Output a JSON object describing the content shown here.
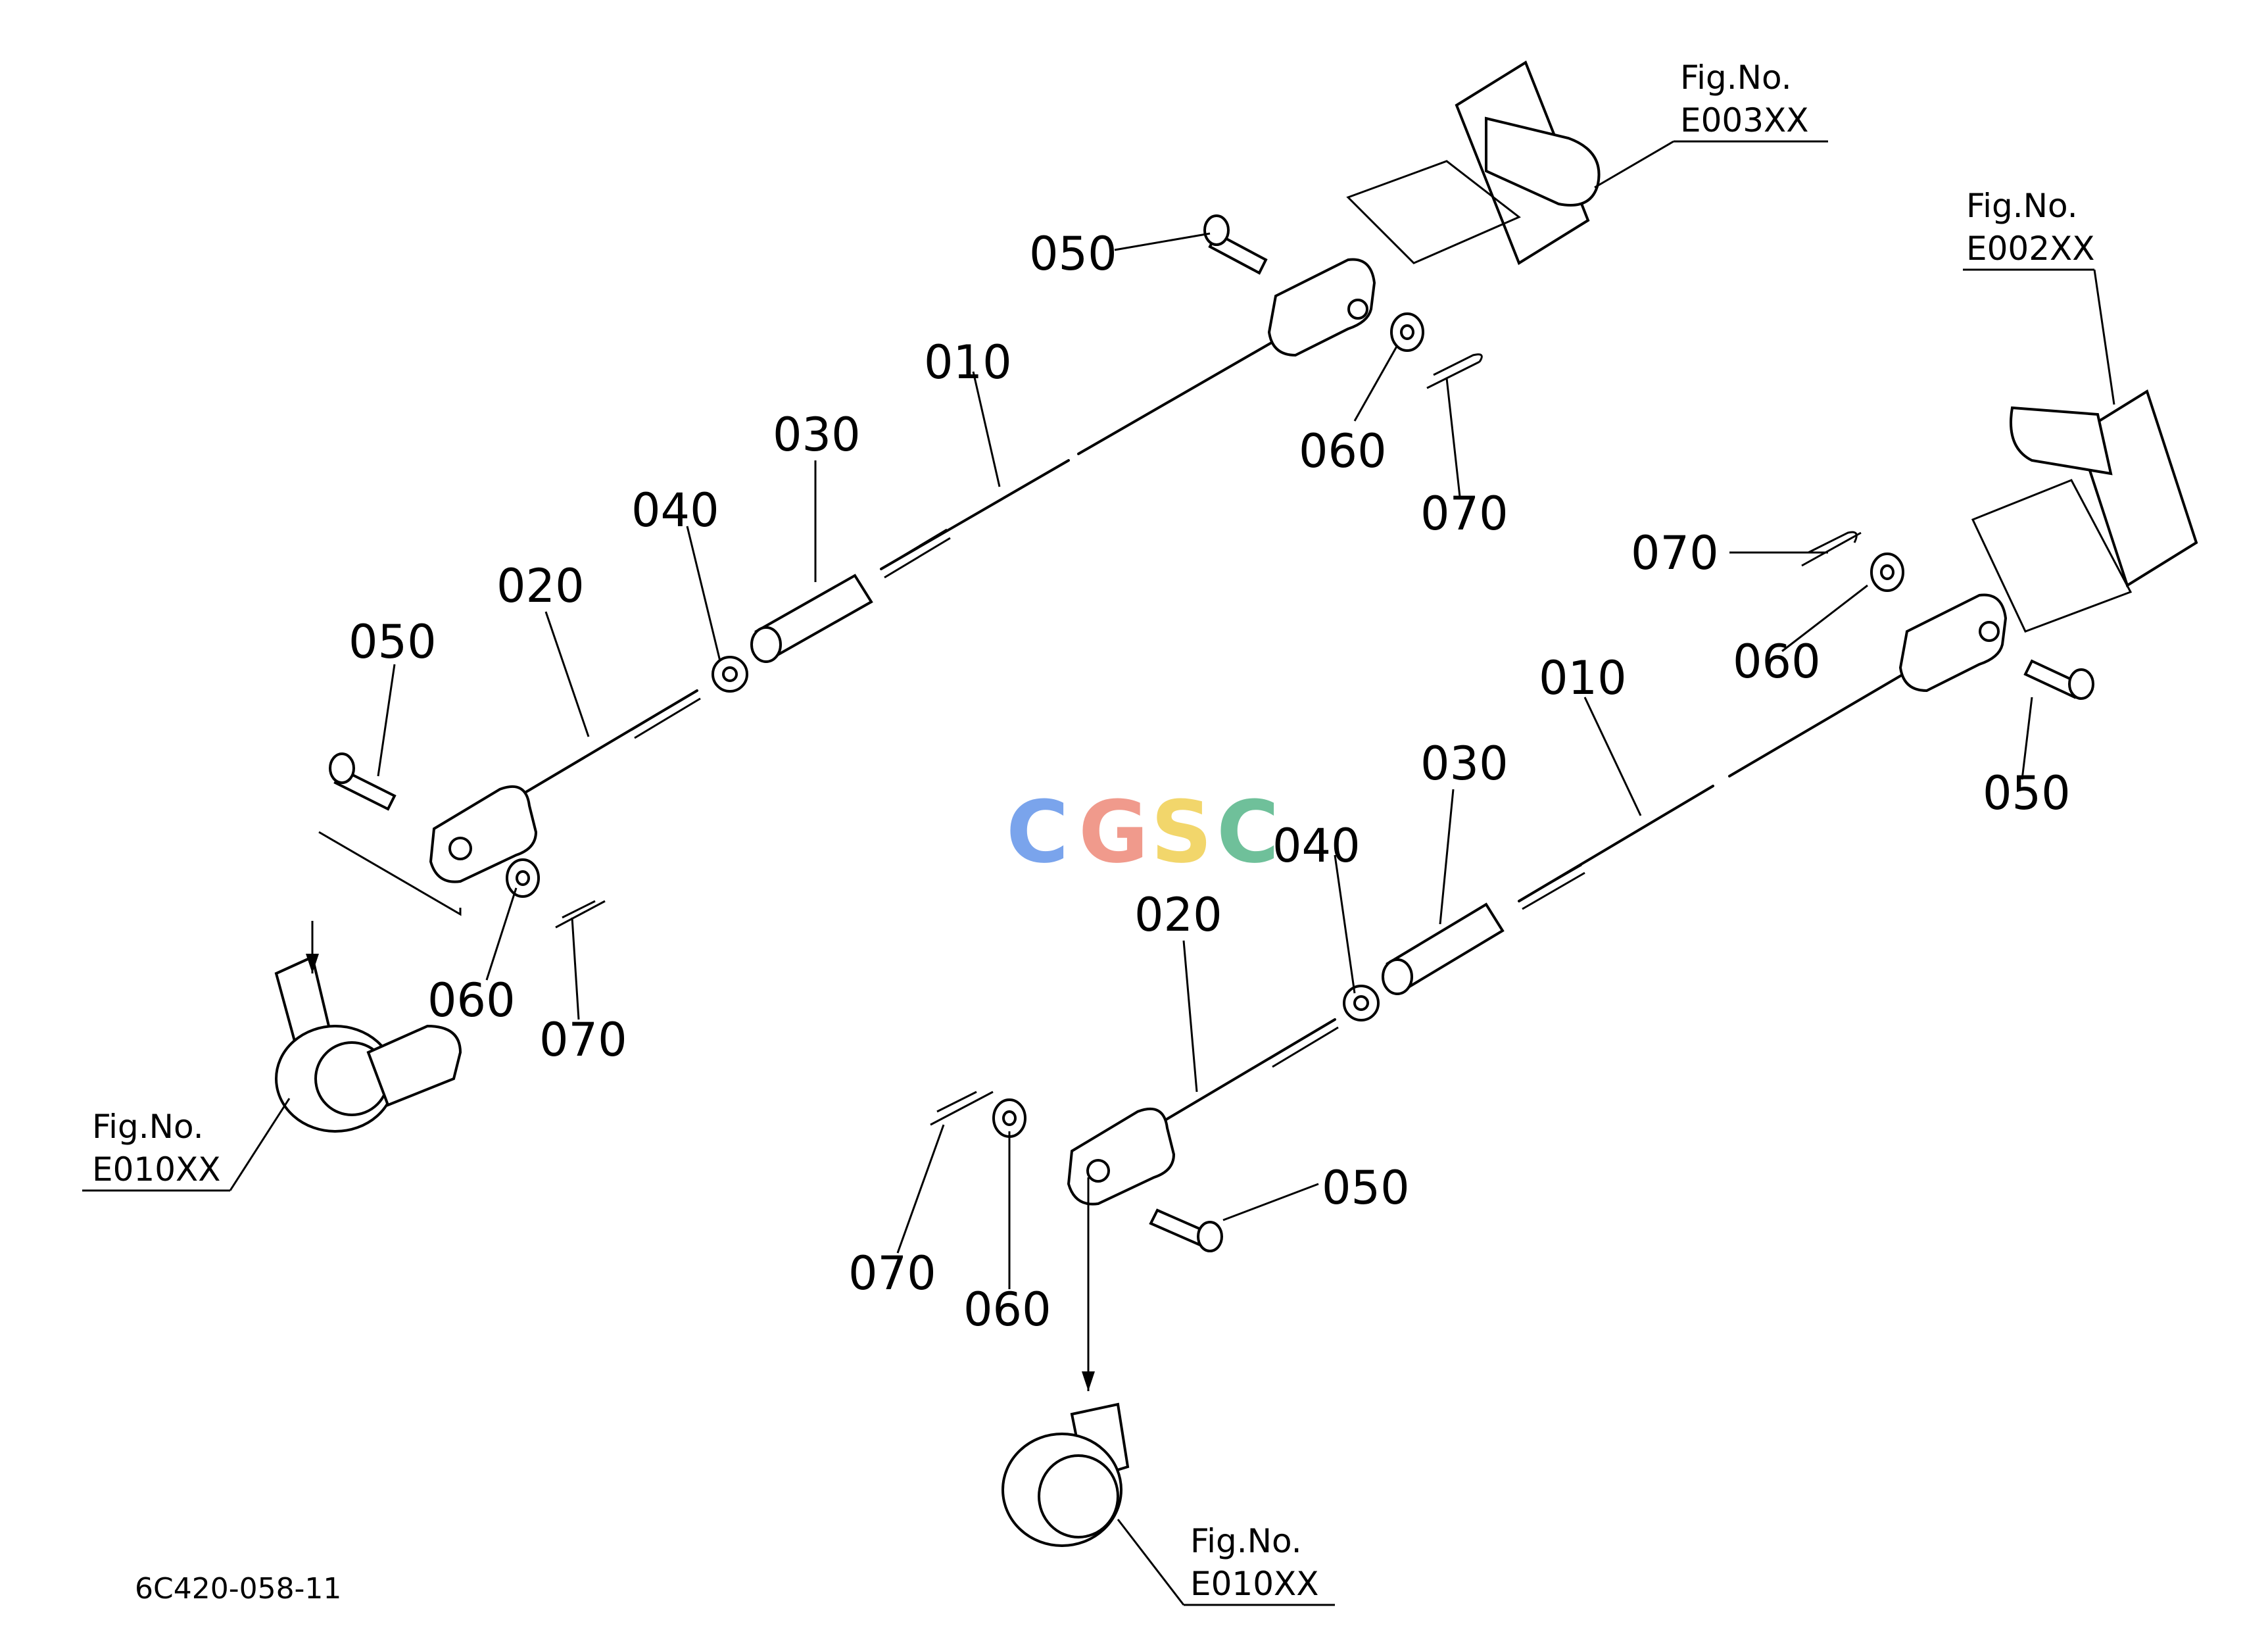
{
  "drawing_code": "6C420-058-11",
  "watermark": {
    "letters": [
      "C",
      "G",
      "S",
      "C"
    ],
    "colors": [
      "#7aa4ec",
      "#f09a8c",
      "#f2d66b",
      "#6fc09a"
    ]
  },
  "fig_refs": [
    {
      "id": "e003",
      "line1": "Fig.No.",
      "line2": "E003XX"
    },
    {
      "id": "e002",
      "line1": "Fig.No.",
      "line2": "E002XX"
    },
    {
      "id": "e010a",
      "line1": "Fig.No.",
      "line2": "E010XX"
    },
    {
      "id": "e010b",
      "line1": "Fig.No.",
      "line2": "E010XX"
    }
  ],
  "callouts_upper": {
    "p050a": "050",
    "p010": "010",
    "p030": "030",
    "p040": "040",
    "p020": "020",
    "p050b": "050",
    "p060a": "060",
    "p070a": "070",
    "p060b": "060",
    "p070b": "070"
  },
  "callouts_lower": {
    "p070a": "070",
    "p060a": "060",
    "p010": "010",
    "p050a": "050",
    "p030": "030",
    "p040": "040",
    "p020": "020",
    "p050b": "050",
    "p070b": "070",
    "p060b": "060"
  }
}
